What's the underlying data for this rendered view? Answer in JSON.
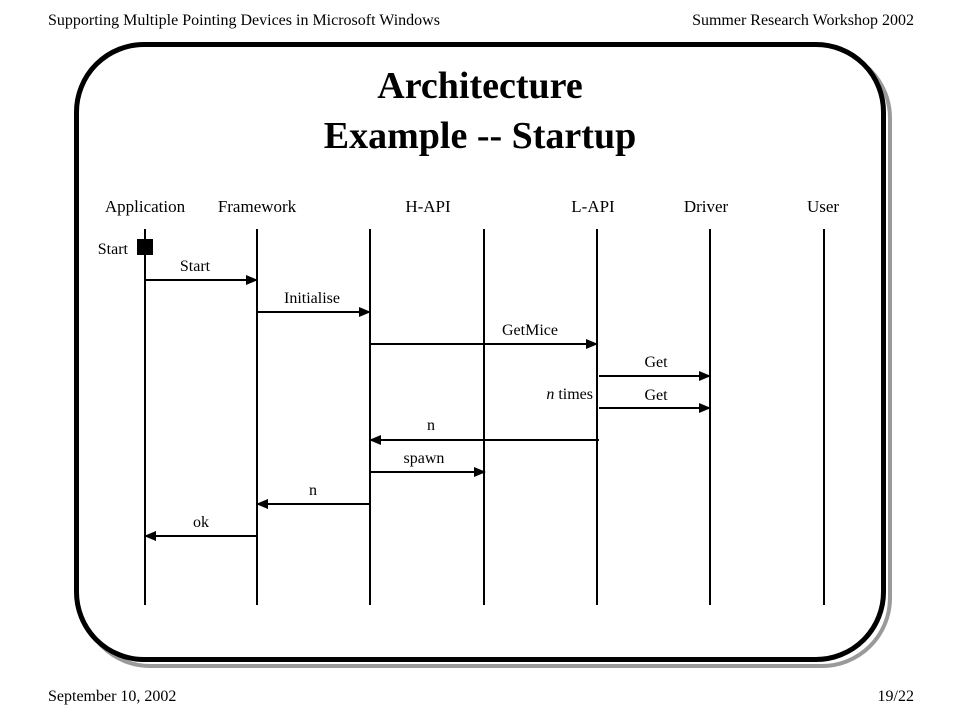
{
  "header": {
    "left": "Supporting Multiple Pointing Devices in Microsoft Windows",
    "right": "Summer Research Workshop 2002"
  },
  "title": {
    "line1": "Architecture",
    "line2": "Example -- Startup"
  },
  "lanes": [
    "Application",
    "Framework",
    "H-API",
    "L-API",
    "Driver",
    "User"
  ],
  "start_box_label": "Start",
  "messages": [
    {
      "label": "Start",
      "italic": false
    },
    {
      "label": "Initialise",
      "italic": false
    },
    {
      "label": "GetMice",
      "italic": false
    },
    {
      "label": "Get",
      "italic": false
    },
    {
      "label": "Get",
      "italic": false
    },
    {
      "label": "n",
      "italic": false
    },
    {
      "label": "spawn",
      "italic": false
    },
    {
      "label": "n",
      "italic": false
    },
    {
      "label": "ok",
      "italic": false
    }
  ],
  "loop_note": {
    "var": "n",
    "rest": " times"
  },
  "footer": {
    "left": "September 10, 2002",
    "right": "19/22"
  }
}
